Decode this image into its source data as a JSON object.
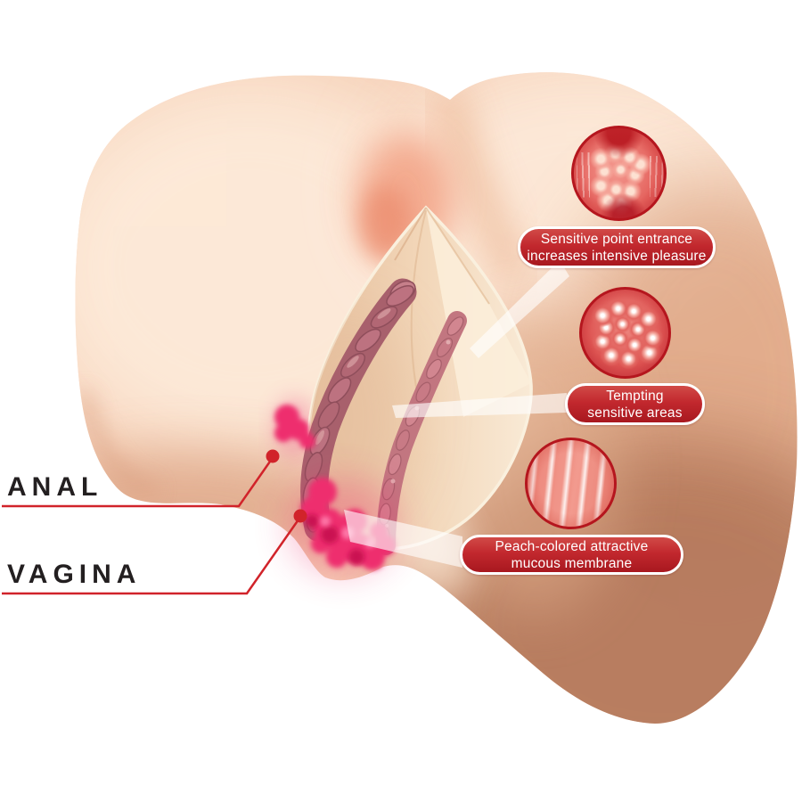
{
  "diagram": {
    "description": "Product cutaway diagram with annotated internal textures"
  },
  "labels": {
    "anal": "ANAL",
    "vagina": "VAGINA"
  },
  "callouts": [
    {
      "id": "sensitive-entrance",
      "lines": [
        "Sensitive point entrance",
        "increases intensive pleasure"
      ]
    },
    {
      "id": "tempting-areas",
      "lines": [
        "Tempting",
        "sensitive areas"
      ]
    },
    {
      "id": "mucous-membrane",
      "lines": [
        "Peach-colored attractive",
        "mucous membrane"
      ]
    }
  ],
  "insets": [
    {
      "id": "inset-sensitive-entrance-texture"
    },
    {
      "id": "inset-bumpy-areas-texture"
    },
    {
      "id": "inset-mucous-folds-texture"
    }
  ],
  "colors": {
    "callout_red": "#c2282e",
    "leader_line_red": "#d1232a",
    "label_black": "#231f20",
    "flesh_base": "#f5cfb6",
    "flesh_shadow": "#b5795b",
    "cutaway_cream": "#f2d6b8",
    "canal_mauve": "#b26774",
    "canal_rose": "#d28690",
    "accent_pink": "#ee2d6e",
    "inset_border_red": "#b5161e"
  }
}
